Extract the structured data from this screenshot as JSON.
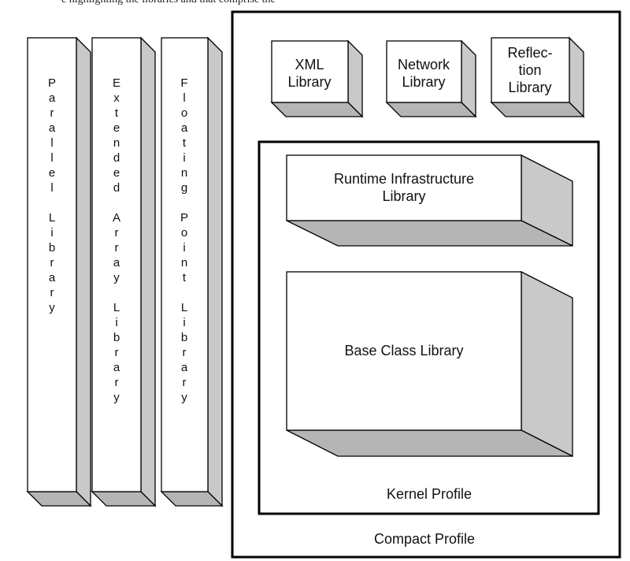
{
  "caption_fragment": "e highlighting the libraries and that comprise the",
  "columns": [
    {
      "id": "parallel",
      "lines": [
        "P",
        "a",
        "r",
        "a",
        "l",
        "l",
        "e",
        "l",
        "",
        "L",
        "i",
        "b",
        "r",
        "a",
        "r",
        "y"
      ]
    },
    {
      "id": "extended-array",
      "lines": [
        "E",
        "x",
        "t",
        "e",
        "n",
        "d",
        "e",
        "d",
        "",
        "A",
        "r",
        "r",
        "a",
        "y",
        "",
        "L",
        "i",
        "b",
        "r",
        "a",
        "r",
        "y"
      ]
    },
    {
      "id": "floating-point",
      "lines": [
        "F",
        "l",
        "o",
        "a",
        "t",
        "i",
        "n",
        "g",
        "",
        "P",
        "o",
        "i",
        "n",
        "t",
        "",
        "L",
        "i",
        "b",
        "r",
        "a",
        "r",
        "y"
      ]
    }
  ],
  "compact_profile": {
    "label": "Compact Profile",
    "libraries": [
      {
        "id": "xml",
        "lines": [
          "XML",
          "Library"
        ]
      },
      {
        "id": "network",
        "lines": [
          "Network",
          "Library"
        ]
      },
      {
        "id": "reflection",
        "lines": [
          "Reflec-",
          "tion",
          "Library"
        ]
      }
    ]
  },
  "kernel_profile": {
    "label": "Kernel Profile",
    "libraries": [
      {
        "id": "runtime-infrastructure",
        "lines": [
          "Runtime Infrastructure",
          "Library"
        ]
      },
      {
        "id": "base-class",
        "lines": [
          "Base Class Library"
        ]
      }
    ]
  }
}
